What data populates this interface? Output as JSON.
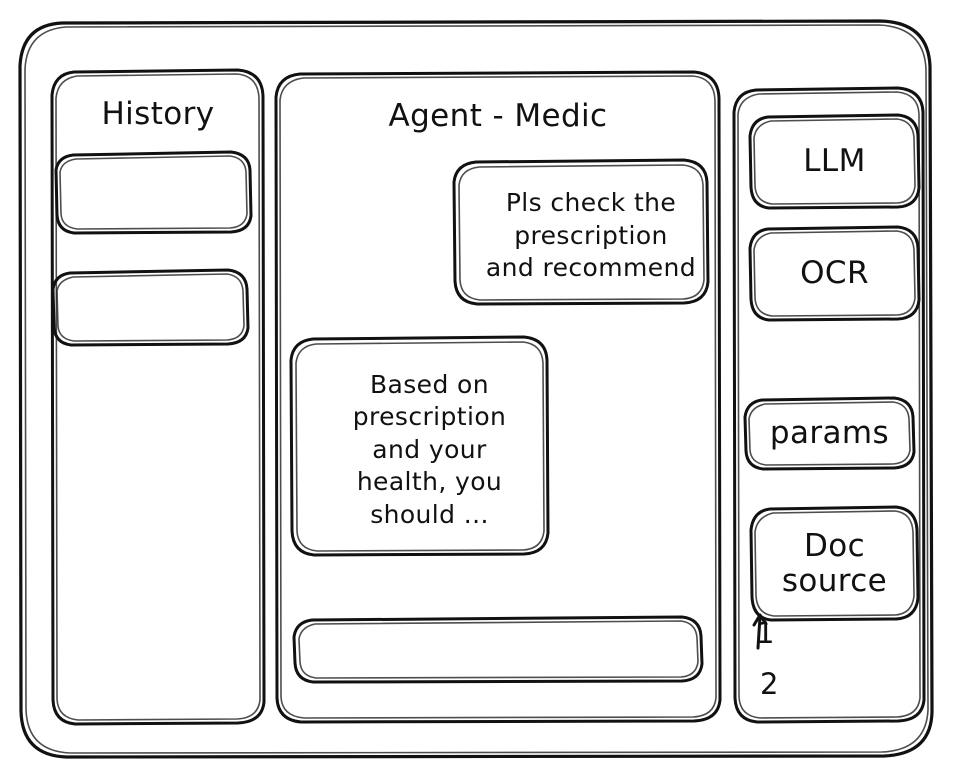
{
  "window": {
    "title": "Agent - Medic"
  },
  "history_panel": {
    "title": "History",
    "items": [
      {
        "label": ""
      },
      {
        "label": ""
      }
    ]
  },
  "chat_panel": {
    "title": "Agent - Medic",
    "messages": [
      {
        "role": "user",
        "align": "right",
        "lines": [
          "Pls check the",
          "prescription",
          "and recommend"
        ],
        "text": "Pls check the prescription and recommend"
      },
      {
        "role": "assistant",
        "align": "left",
        "lines": [
          "Based on",
          "prescription",
          "and your",
          "health, you",
          "should ..."
        ],
        "text": "Based on prescription and your health, you should ..."
      }
    ],
    "composer": {
      "value": "",
      "placeholder": ""
    }
  },
  "tools_panel": {
    "buttons": [
      {
        "label": "LLM"
      },
      {
        "label": "OCR"
      },
      {
        "label": "params"
      }
    ],
    "doc_source": {
      "lines": [
        "Doc",
        "source"
      ],
      "label": "Doc source",
      "sources": [
        {
          "number": "1"
        },
        {
          "number": "2"
        }
      ]
    }
  },
  "colors": {
    "stroke": "#111111",
    "background": "#ffffff",
    "text": "#111111"
  }
}
